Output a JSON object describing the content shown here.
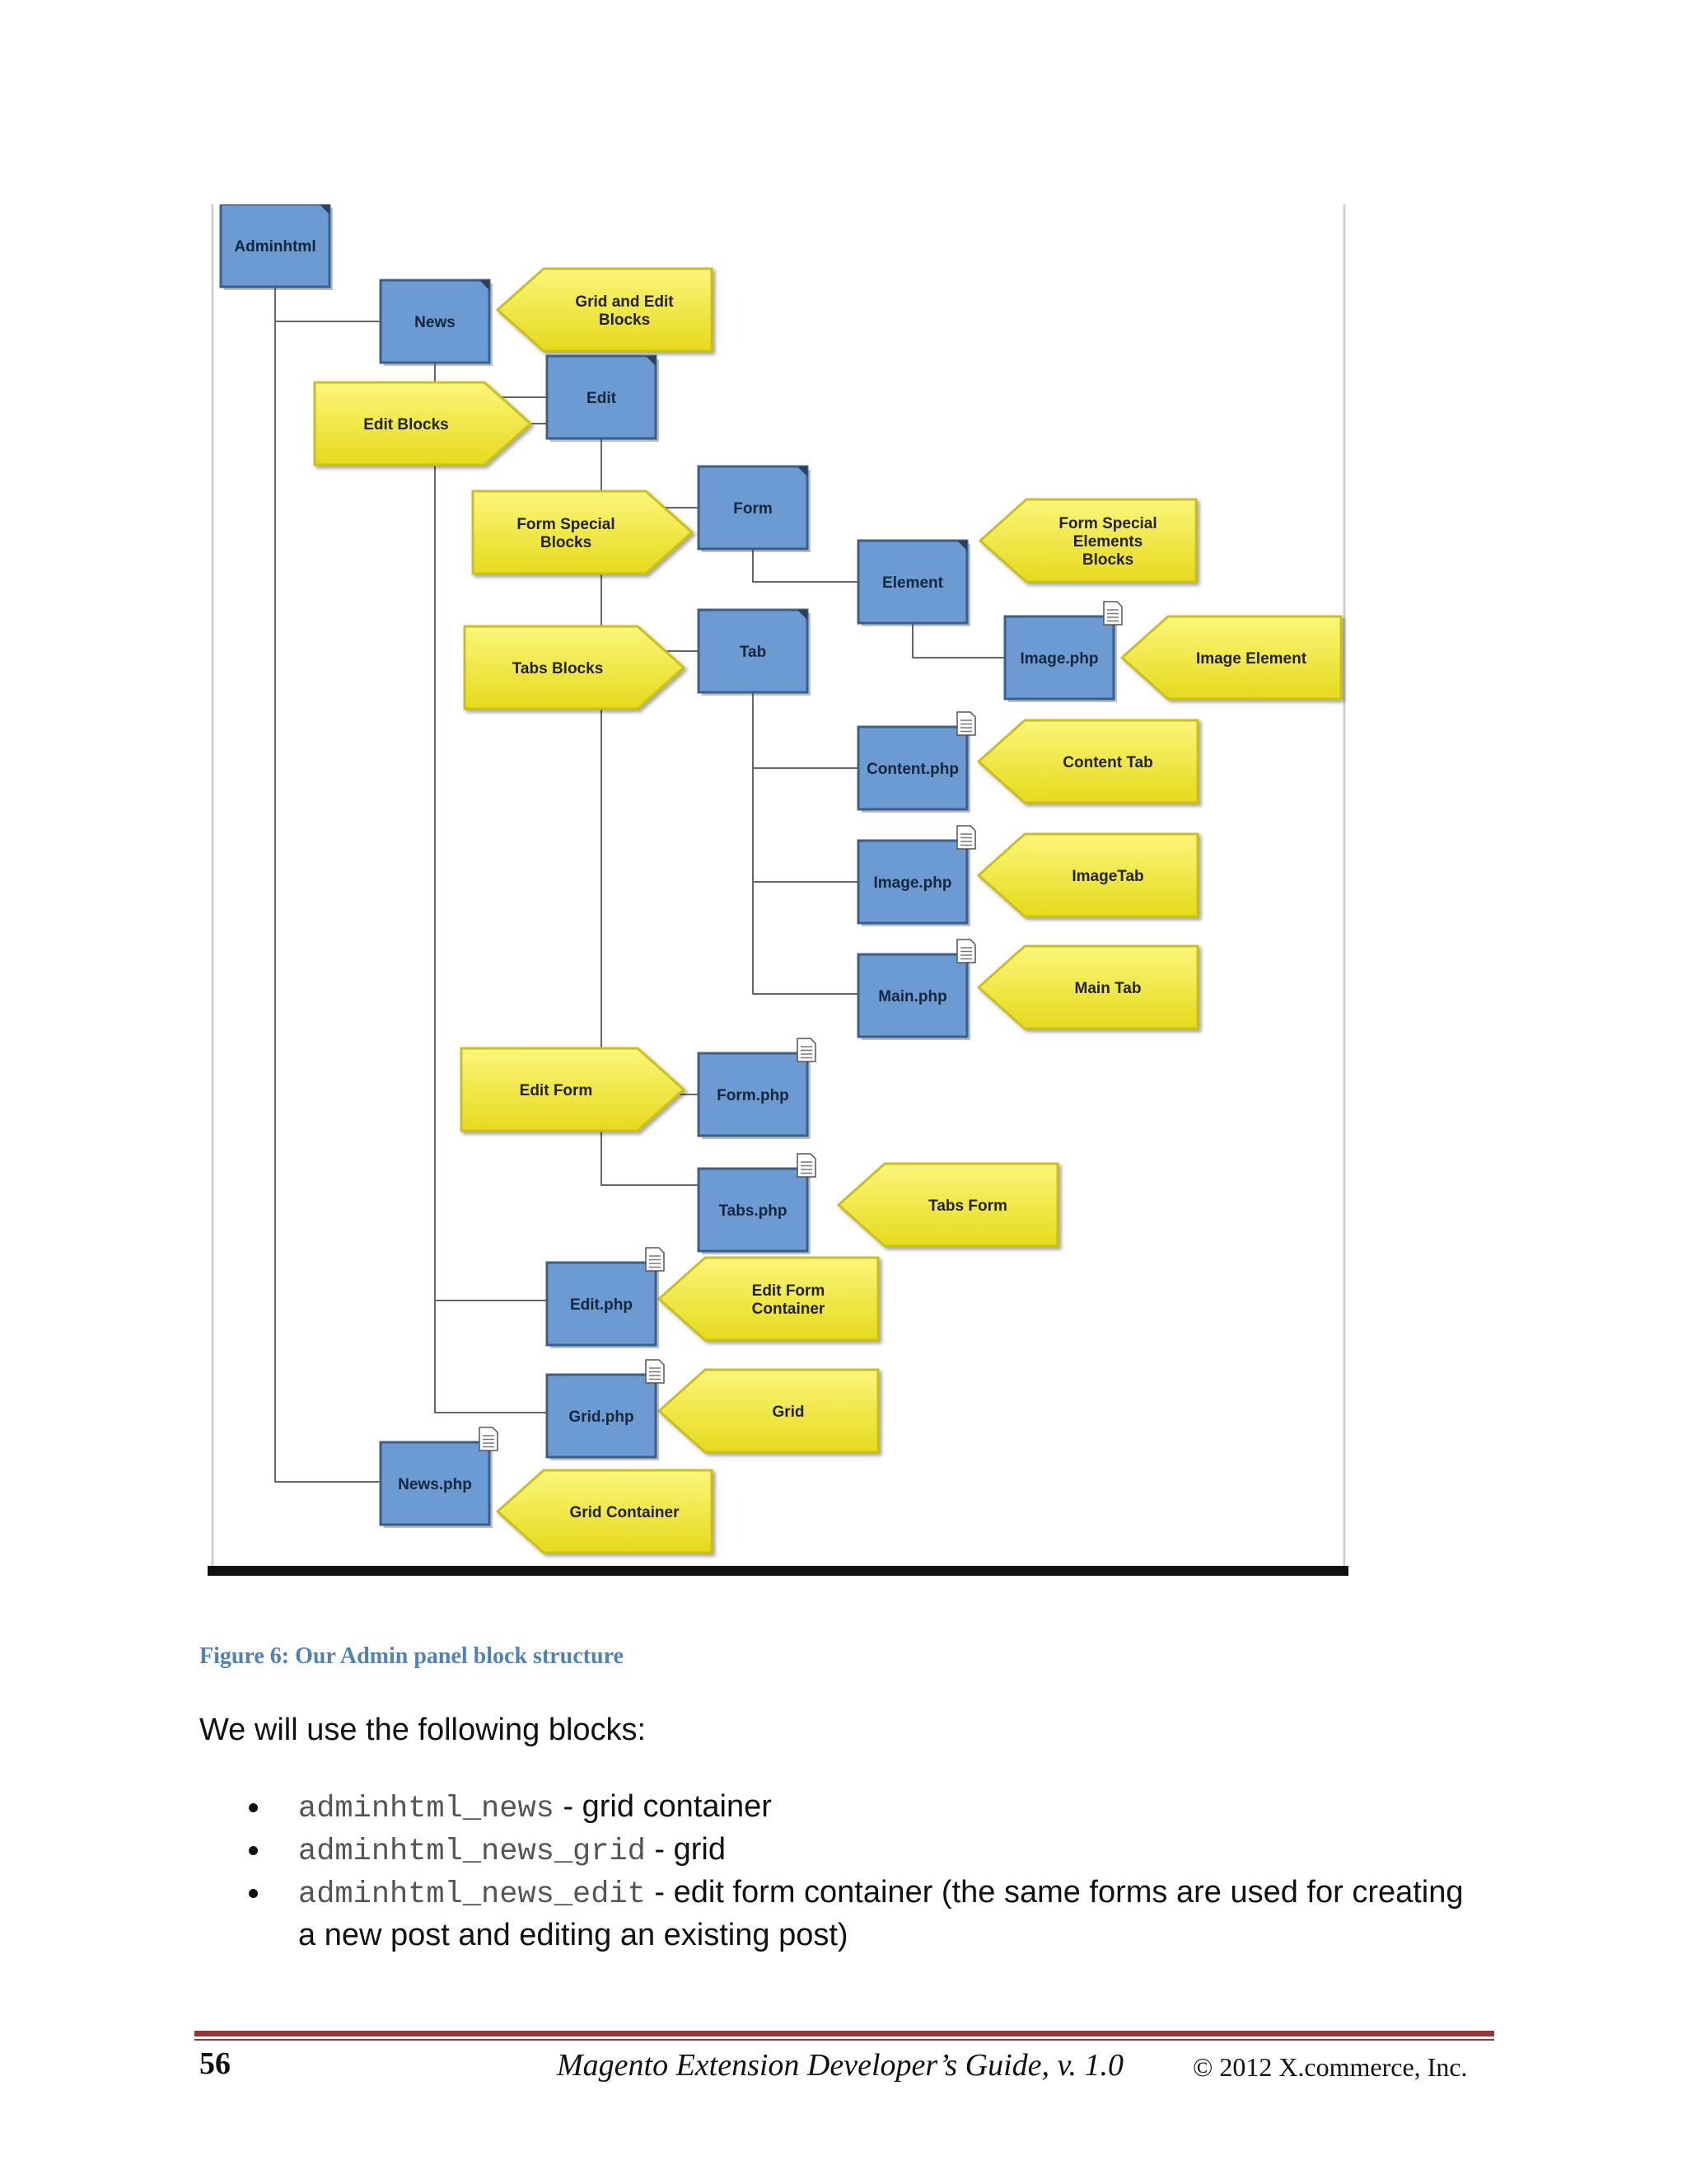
{
  "diagram": {
    "nodes": [
      {
        "id": "n1",
        "label": "Adminhtml",
        "doc": false
      },
      {
        "id": "n2",
        "label": "News",
        "doc": false
      },
      {
        "id": "n3",
        "label": "Edit",
        "doc": false
      },
      {
        "id": "n4",
        "label": "Form",
        "doc": false
      },
      {
        "id": "n5",
        "label": "Element",
        "doc": false
      },
      {
        "id": "n6",
        "label": "Image.php",
        "doc": true
      },
      {
        "id": "n7",
        "label": "Tab",
        "doc": false
      },
      {
        "id": "n8",
        "label": "Content.php",
        "doc": true
      },
      {
        "id": "n9",
        "label": "Image.php",
        "doc": true
      },
      {
        "id": "n10",
        "label": "Main.php",
        "doc": true
      },
      {
        "id": "n11",
        "label": "Form.php",
        "doc": true
      },
      {
        "id": "n12",
        "label": "Tabs.php",
        "doc": true
      },
      {
        "id": "n13",
        "label": "Edit.php",
        "doc": true
      },
      {
        "id": "n14",
        "label": "Grid.php",
        "doc": true
      },
      {
        "id": "n15",
        "label": "News.php",
        "doc": true
      }
    ],
    "callouts": [
      {
        "id": "c1",
        "lines": [
          "Grid and Edit",
          "Blocks"
        ]
      },
      {
        "id": "c2",
        "lines": [
          "Edit Blocks"
        ]
      },
      {
        "id": "c3",
        "lines": [
          "Form Special",
          "Blocks"
        ]
      },
      {
        "id": "c4",
        "lines": [
          "Form Special",
          "Elements",
          "Blocks"
        ]
      },
      {
        "id": "c5",
        "lines": [
          "Tabs Blocks"
        ]
      },
      {
        "id": "c6",
        "lines": [
          "Image Element"
        ]
      },
      {
        "id": "c7",
        "lines": [
          "Content Tab"
        ]
      },
      {
        "id": "c8",
        "lines": [
          "ImageTab"
        ]
      },
      {
        "id": "c9",
        "lines": [
          "Main Tab"
        ]
      },
      {
        "id": "c10",
        "lines": [
          "Edit Form"
        ]
      },
      {
        "id": "c11",
        "lines": [
          "Tabs Form"
        ]
      },
      {
        "id": "c12",
        "lines": [
          "Edit Form",
          "Container"
        ]
      },
      {
        "id": "c13",
        "lines": [
          "Grid"
        ]
      },
      {
        "id": "c14",
        "lines": [
          "Grid Container"
        ]
      }
    ],
    "colors": {
      "node_fill": "#6b9bd2",
      "node_stroke": "#3c5f8a",
      "callout_fill": "#f2ea3a",
      "callout_stroke": "#c9c01a",
      "connector": "#666666"
    }
  },
  "caption": "Figure 6: Our Admin panel block structure",
  "intro": "We will use the following blocks:",
  "bullets": [
    {
      "code": "adminhtml_news",
      "text": " - grid container"
    },
    {
      "code": "adminhtml_news_grid",
      "text": " - grid"
    },
    {
      "code": "adminhtml_news_edit",
      "text": " - edit form container (the same forms are used for creating a new post and editing an existing post)"
    }
  ],
  "footer": {
    "page_number": "56",
    "title": "Magento Extension Developer’s Guide, v. 1.0",
    "copyright": "© 2012 X.commerce, Inc."
  }
}
